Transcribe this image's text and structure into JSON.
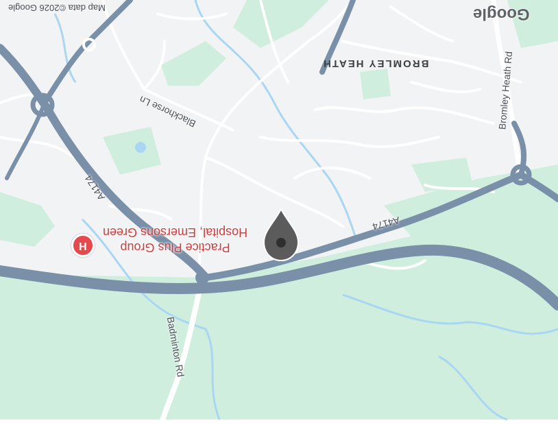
{
  "map": {
    "orientation": "rotated-180",
    "colors": {
      "land": "#f1f3f4",
      "park": "#cfeedd",
      "park_deep": "#bfe9d2",
      "water": "#a9d6f2",
      "motorway": "#7a8fa8",
      "minor_road": "#ffffff",
      "poi_red": "#e5484d",
      "pin": "#5b5b5b"
    },
    "attribution": "Map data ©2026 Google",
    "logo": "Google",
    "area_label": "BROMLEY HEATH",
    "roads": {
      "a4174_north": "A4174",
      "a4174_west": "A4174",
      "blackhorse": "Blackhorse Ln",
      "bromley_heath": "Bromley Heath Rd",
      "badminton": "Badminton Rd"
    },
    "poi": {
      "icon_letter": "H",
      "line1": "Practice Plus Group",
      "line2": "Hospital, Emersons Green",
      "icon": "hospital-icon"
    },
    "pin_icon": "map-pin-icon"
  }
}
